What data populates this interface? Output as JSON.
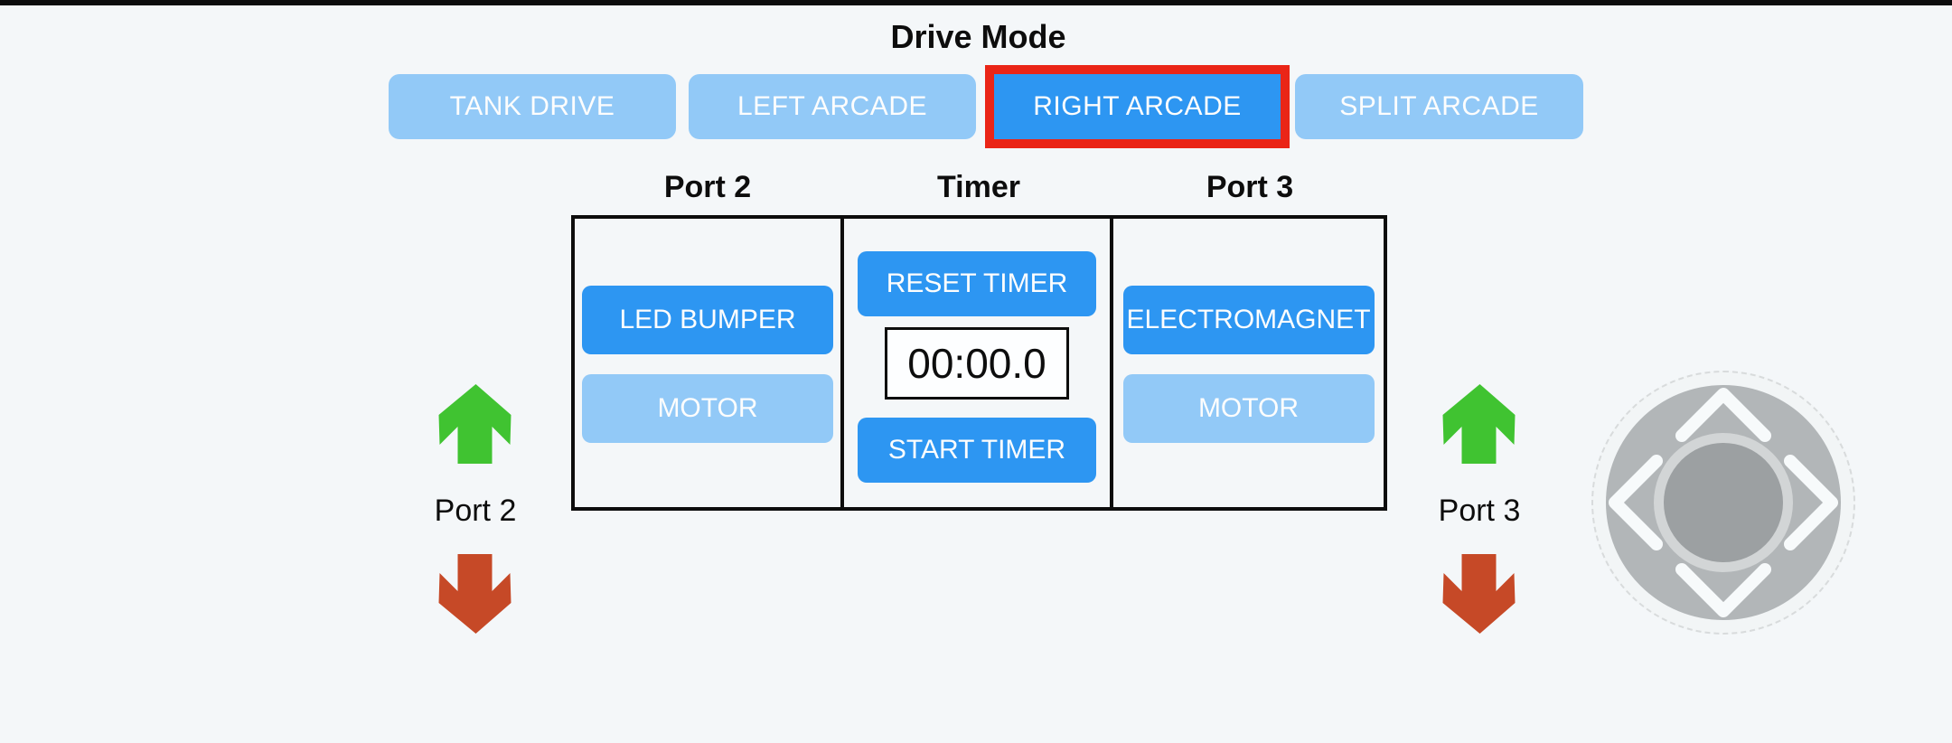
{
  "title": "Drive Mode",
  "drive_mode_buttons": [
    {
      "label": "TANK DRIVE",
      "selected": false
    },
    {
      "label": "LEFT ARCADE",
      "selected": false
    },
    {
      "label": "RIGHT ARCADE",
      "selected": true,
      "highlight": "red-outline"
    },
    {
      "label": "SPLIT ARCADE",
      "selected": false
    }
  ],
  "panel": {
    "columns": [
      {
        "header": "Port 2",
        "buttons": [
          {
            "label": "LED BUMPER",
            "state": "on"
          },
          {
            "label": "MOTOR",
            "state": "off"
          }
        ]
      },
      {
        "header": "Timer",
        "reset_label": "RESET TIMER",
        "display_value": "00:00.0",
        "start_label": "START TIMER"
      },
      {
        "header": "Port 3",
        "buttons": [
          {
            "label": "ELECTROMAGNET",
            "state": "on"
          },
          {
            "label": "MOTOR",
            "state": "off"
          }
        ]
      }
    ]
  },
  "side_controls": {
    "left": {
      "label": "Port 2",
      "up_icon": "thick-up-arrow",
      "down_icon": "thick-down-arrow"
    },
    "right": {
      "label": "Port 3",
      "up_icon": "thick-up-arrow",
      "down_icon": "thick-down-arrow"
    }
  },
  "joystick": {
    "icons": [
      "chevron-up",
      "chevron-down",
      "chevron-left",
      "chevron-right"
    ],
    "center": "knob"
  },
  "colors": {
    "background": "#f4f7f9",
    "top_bar": "#0d0d0d",
    "button_active_blue": "#2d96f2",
    "button_inactive_blue": "#92c9f7",
    "selected_outline_red": "#ea2517",
    "arrow_up_green": "#40c331",
    "arrow_down_red": "#c64927",
    "table_border": "#0d0d0d",
    "joystick_disc": "#b2b6b8",
    "joystick_ring": "#d2d5d6",
    "joystick_knob": "#9ca0a2"
  }
}
